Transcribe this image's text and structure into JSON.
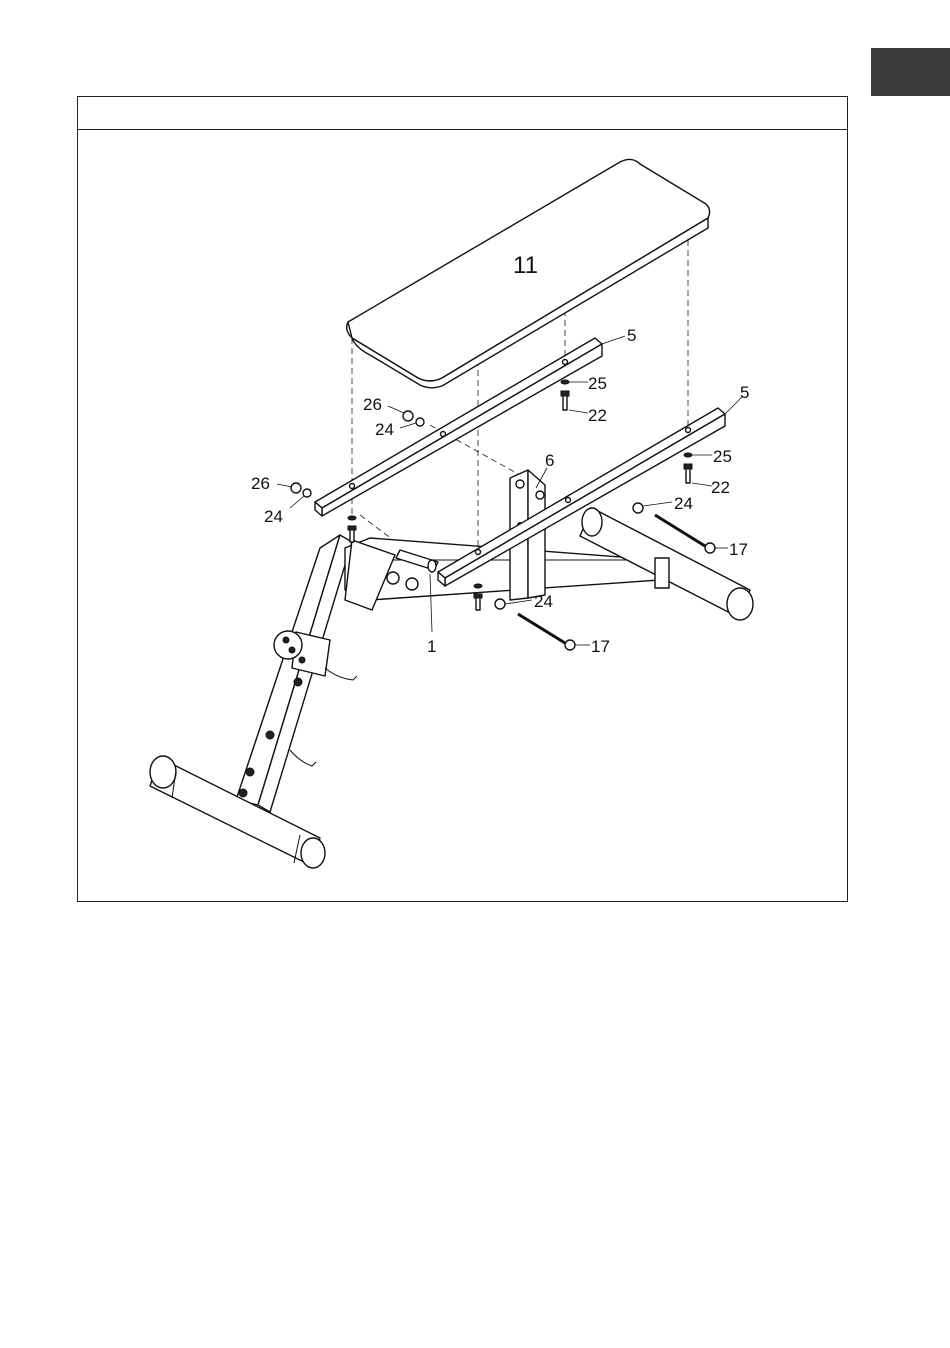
{
  "side_tab": {
    "color": "#3c3c3c"
  },
  "header": {
    "text": ""
  },
  "labels": {
    "seat": "11",
    "rail_top": "5",
    "rail_right": "5",
    "washer_25_a": "25",
    "bolt_22_a": "22",
    "nut_26_a": "26",
    "washer_24_a": "24",
    "nut_26_b": "26",
    "washer_24_b": "24",
    "bracket_6": "6",
    "washer_25_b": "25",
    "bolt_22_b": "22",
    "washer_24_c": "24",
    "bolt_17_a": "17",
    "washer_24_d": "24",
    "bolt_17_b": "17",
    "frame_1": "1"
  }
}
